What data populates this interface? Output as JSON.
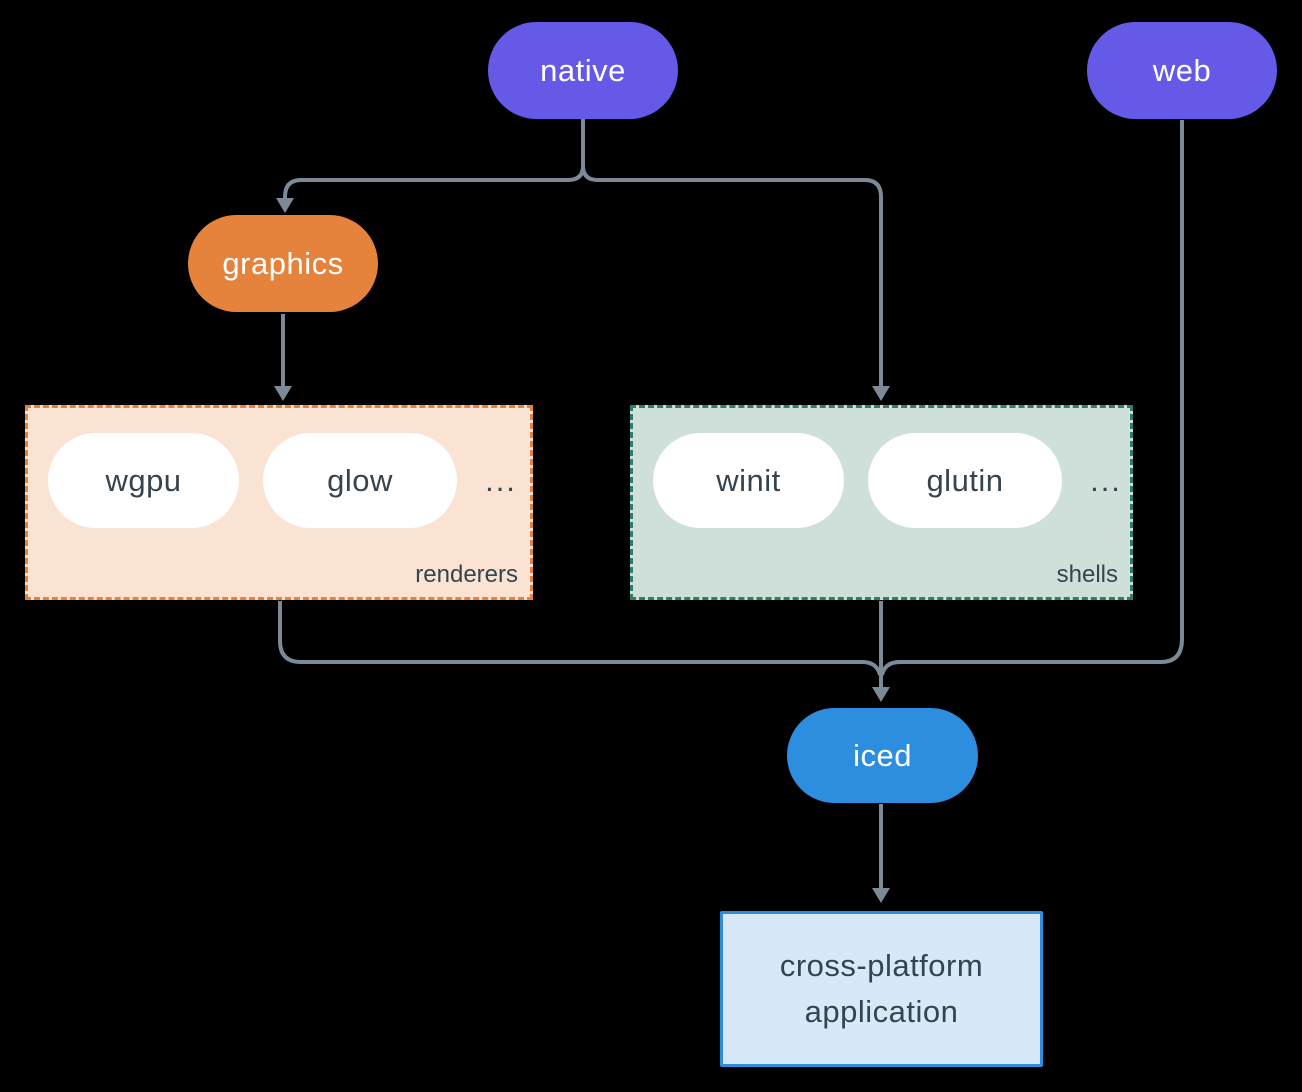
{
  "colors": {
    "background": "#000000",
    "purple": "#6559E8",
    "orange": "#E5823C",
    "blue": "#2D8EDF",
    "renderers-bg": "#FAE3D2",
    "shells-bg": "#CFE0DA",
    "shells-border": "#2E7D6E",
    "app-bg": "#D7E8F8",
    "app-border": "#2E8EDE",
    "dark-text": "#36444F",
    "line": "#7C8A97",
    "white": "#FFFFFF"
  },
  "nodes": {
    "native": "native",
    "web": "web",
    "graphics": "graphics",
    "iced": "iced",
    "app_line1": "cross-platform",
    "app_line2": "application"
  },
  "groups": {
    "renderers": {
      "label": "renderers",
      "items": [
        "wgpu",
        "glow"
      ],
      "more": "..."
    },
    "shells": {
      "label": "shells",
      "items": [
        "winit",
        "glutin"
      ],
      "more": "..."
    }
  }
}
